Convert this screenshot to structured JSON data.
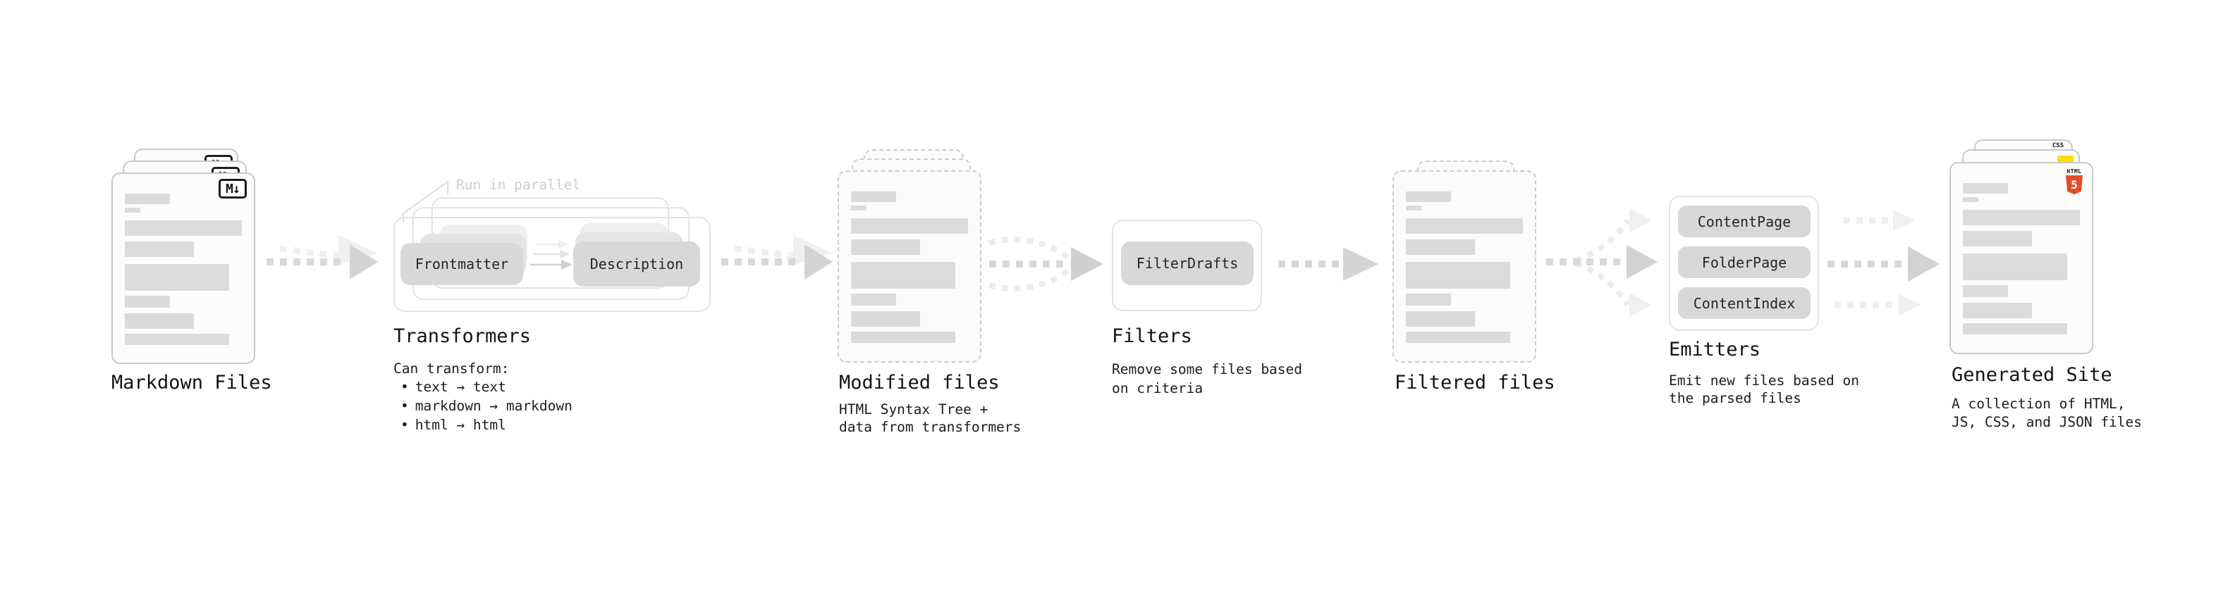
{
  "bullet_char": "•",
  "stages": {
    "markdown_files": {
      "label": "Markdown Files",
      "badge": "M↓"
    },
    "transformers": {
      "note": "Run in parallel",
      "pills": [
        "Frontmatter",
        "Description"
      ],
      "label": "Transformers",
      "intro": "Can transform:",
      "bullets": [
        "text → text",
        "markdown → markdown",
        "html → html"
      ]
    },
    "modified_files": {
      "label": "Modified files",
      "description_lines": [
        "HTML Syntax Tree +",
        "data from transformers"
      ]
    },
    "filters": {
      "pills": [
        "FilterDrafts"
      ],
      "label": "Filters",
      "description_lines": [
        "Remove some files based",
        "on criteria"
      ]
    },
    "filtered_files": {
      "label": "Filtered files"
    },
    "emitters": {
      "pills": [
        "ContentPage",
        "FolderPage",
        "ContentIndex"
      ],
      "label": "Emitters",
      "description_lines": [
        "Emit new files based on",
        "the parsed files"
      ]
    },
    "generated_site": {
      "label": "Generated Site",
      "description_lines": [
        "A collection of HTML,",
        "JS, CSS, and JSON files"
      ],
      "badges": {
        "css": "CSS",
        "html": "HTML",
        "html_number": "5"
      }
    }
  },
  "icons": {
    "markdown_badge": "boxed M with down arrow",
    "flow_arrow": "dashed-right-arrow",
    "fan_in_arrow": "three dashed lines merging right",
    "fan_out_arrow": "dashed line splitting into three arrows"
  },
  "colors": {
    "css_blue": "#2a67e8",
    "js_yellow": "#ffde00",
    "html_orange": "#e44d26"
  }
}
